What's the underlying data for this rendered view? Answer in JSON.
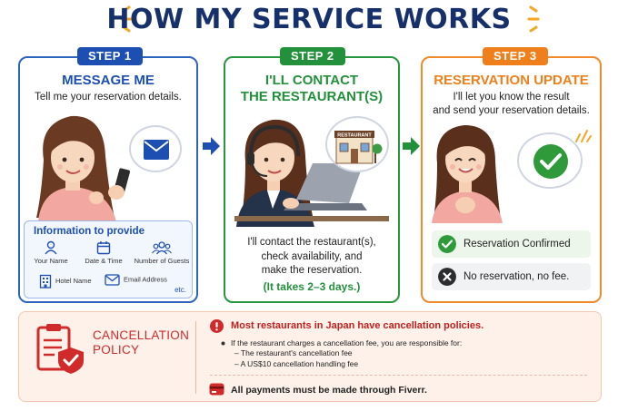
{
  "title": "HOW MY SERVICE WORKS",
  "steps": [
    {
      "badge": "STEP 1",
      "heading": "MESSAGE ME",
      "subtitle": "Tell me your reservation details.",
      "info": {
        "title": "Information to provide",
        "items": [
          "Your Name",
          "Date & Time",
          "Number of Guests",
          "Hotel Name",
          "Email Address"
        ],
        "etc": "etc."
      }
    },
    {
      "badge": "STEP 2",
      "heading_line1": "I'LL CONTACT",
      "heading_line2": "THE RESTAURANT(S)",
      "sign": "RESTAURANT",
      "desc_line1": "I'll contact the restaurant(s),",
      "desc_line2": "check availability, and",
      "desc_line3": "make the reservation.",
      "days": "(It takes 2–3 days.)"
    },
    {
      "badge": "STEP 3",
      "heading": "RESERVATION UPDATE",
      "subtitle_line1": "I'll let you know the result",
      "subtitle_line2": "and send your reservation details.",
      "confirmed": "Reservation Confirmed",
      "no_fee": "No reservation, no fee."
    }
  ],
  "cancellation": {
    "title_line1": "CANCELLATION",
    "title_line2": "POLICY",
    "main": "Most restaurants in Japan have cancellation policies.",
    "sub": "If the restaurant charges a cancellation fee, you are responsible for:",
    "sub_items": [
      "– The restaurant's cancellation fee",
      "– A US$10 cancellation handling fee"
    ],
    "payment": "All payments must be made through Fiverr."
  },
  "colors": {
    "navy": "#16306b",
    "blue": "#1d4fb3",
    "green": "#23903b",
    "orange": "#ef7f1a",
    "red": "#d12a2a"
  }
}
